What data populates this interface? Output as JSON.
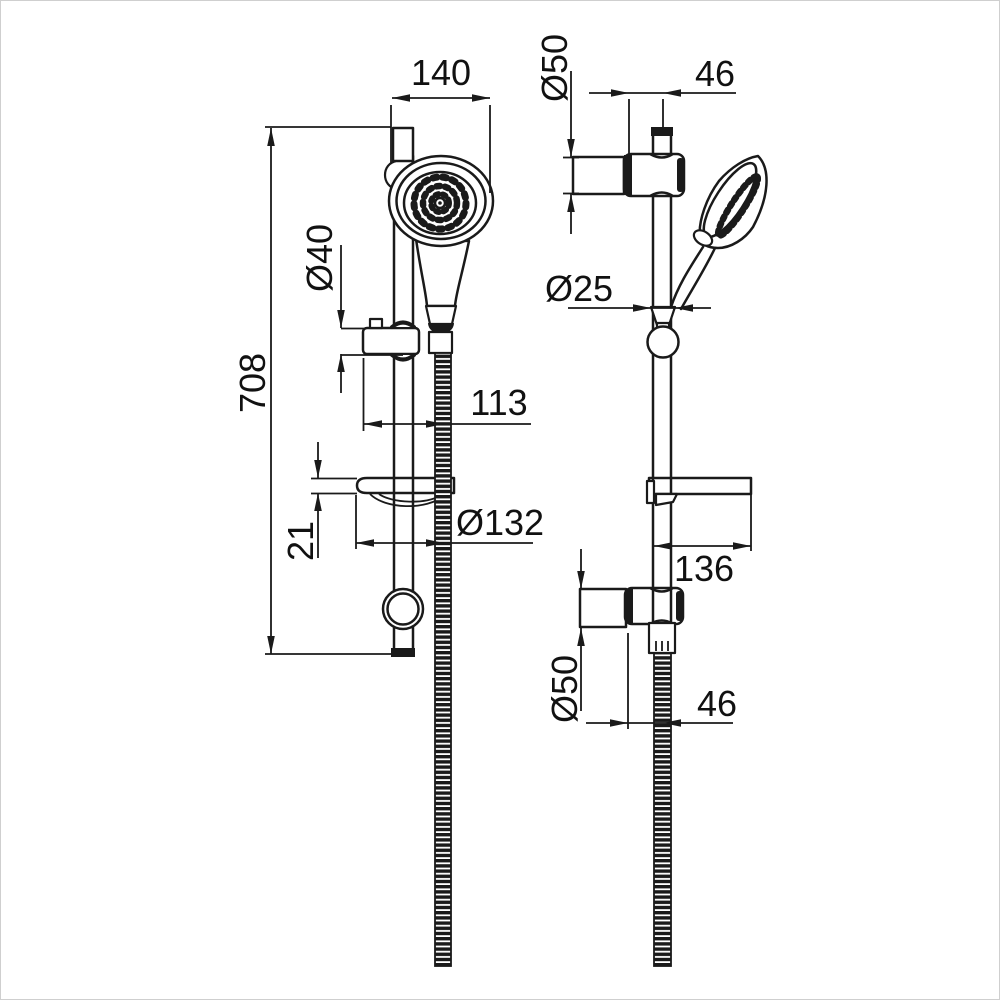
{
  "canvas": {
    "background": "#ffffff",
    "border_color": "#cfcfcf",
    "ink_color": "#1a1a1a",
    "text_color": "#111111"
  },
  "drawing": {
    "kind": "technical dimension drawing",
    "subject": "shower slide-rail set with hand shower, hose, soap dish and wall brackets",
    "front_view": {
      "name": "front-view",
      "dims": {
        "head_width": "140",
        "rail_length": "708",
        "grip_diameter": "Ø40",
        "slider_offset": "113",
        "dish_rim_height": "21",
        "dish_diameter": "Ø132"
      }
    },
    "side_view": {
      "name": "side-view",
      "dims": {
        "top_bracket_diameter": "Ø50",
        "top_wall_offset": "46",
        "handle_diameter": "Ø25",
        "dish_depth": "136",
        "bottom_bracket_diameter": "Ø50",
        "bottom_wall_offset": "46"
      }
    }
  }
}
